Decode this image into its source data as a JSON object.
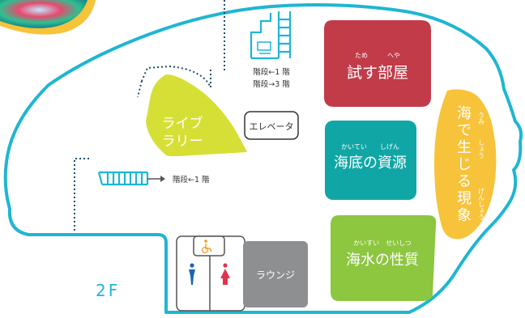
{
  "floor": {
    "label": "2F"
  },
  "colors": {
    "outline": "#1fb6d2",
    "library": "#d6df35",
    "elevator_border": "#333333",
    "experiment": "#c23b49",
    "seabed": "#11a6a6",
    "sea_phenomena": "#f6c33a",
    "seawater": "#8dc63f",
    "lounge": "#8e8f91",
    "wc_male": "#1e64b4",
    "wc_female": "#e0334c",
    "accessible": "#f09a1e",
    "stairs": "#1fb6d2",
    "dotted": "#1a4f6e"
  },
  "rooms": {
    "experiment": {
      "ruby": "ため　　　へや",
      "name": "試す部屋"
    },
    "seabed": {
      "ruby": "かいてい　　しげん",
      "name": "海底の資源"
    },
    "seawater": {
      "ruby": "かいすい　せいしつ",
      "name": "海水の性質"
    },
    "phenomena": {
      "name_chars": [
        "海",
        "で",
        "生",
        "じ",
        "る",
        "現",
        "象"
      ],
      "ruby_umi": "うみ",
      "ruby_shou": "しょう",
      "ruby_genshou": "げんしょう"
    },
    "library": {
      "line1": "ライブ",
      "line2": "ラリー"
    },
    "elevator": {
      "name": "エレベータ"
    },
    "lounge": {
      "name": "ラウンジ"
    }
  },
  "stairs": {
    "top_line1": "階段←1 階",
    "top_line2": "階段→3 階",
    "left_label": "階段←1 階"
  },
  "icons": {
    "accessible": "wheelchair-icon",
    "male": "male-restroom-icon",
    "female": "female-restroom-icon",
    "stairs": "stairs-icon",
    "arrow": "arrow-right-icon"
  }
}
